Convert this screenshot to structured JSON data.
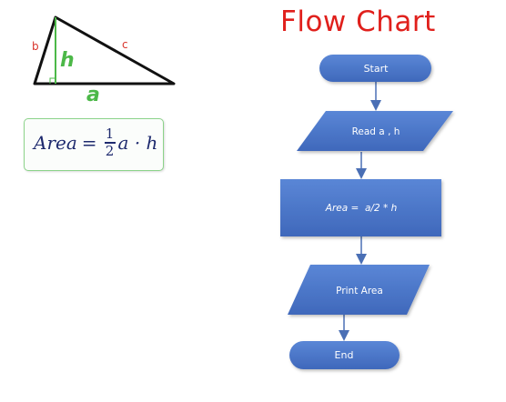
{
  "title": "Flow Chart",
  "triangle": {
    "side_b": "b",
    "side_c": "c",
    "height": "h",
    "base": "a"
  },
  "formula": {
    "lhs": "Area",
    "equals": "=",
    "numerator": "1",
    "denominator": "2",
    "rhs": "a · h"
  },
  "flowchart": {
    "start": "Start",
    "input": "Read a , h",
    "process": "Area =  a/2 * h",
    "output": "Print Area",
    "end": "End"
  },
  "colors": {
    "title": "#e0201c",
    "shape_fill": "#4472c4",
    "shape_text": "#ffffff",
    "arrow": "#4a6fb5",
    "triangle_label_red": "#d9342b",
    "triangle_label_green": "#4cb848",
    "formula_text": "#1e2a6e",
    "formula_border": "#8cd38a"
  }
}
